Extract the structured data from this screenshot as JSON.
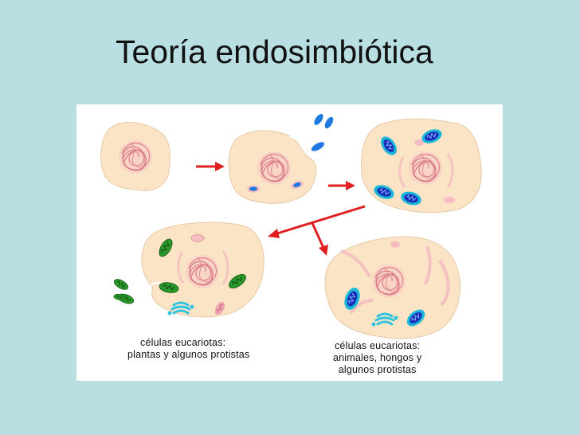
{
  "title": "Teoría endosimbiótica",
  "captions": {
    "plant": {
      "line1": "células eucariotas:",
      "line2": "plantas y algunos protistas"
    },
    "animal": {
      "line1": "células eucariotas:",
      "line2": "animales, hongos y",
      "line3": "algunos protistas"
    }
  },
  "colors": {
    "background": "#b9dfe3",
    "cell_fill": "#fbe3c6",
    "cell_outline": "#e8c9a4",
    "nucleus_lines": "#e08a95",
    "arrow": "#e02020",
    "bacterium_blue": "#1e7ae0",
    "mitochondrion_dark": "#1a2ab8",
    "mitochondrion_cyan": "#19b6d8",
    "chloroplast": "#2a9a2a",
    "golgi": "#2ec4e0",
    "vesicle_pink": "#f0a3b0"
  },
  "diagram": {
    "stages": [
      "cell-primitive",
      "cell-engulfing-bacteria",
      "cell-with-mitochondria",
      "cell-plant",
      "cell-animal"
    ]
  }
}
